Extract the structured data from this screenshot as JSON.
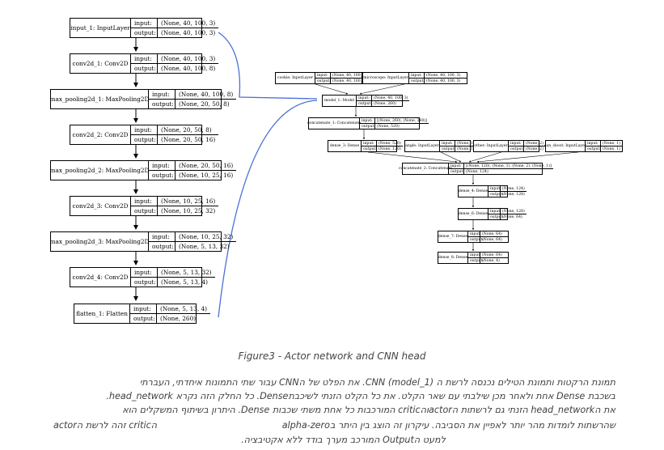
{
  "left_model": [
    {
      "name": "input_1: InputLayer",
      "in": "(None, 40, 100, 3)",
      "out": "(None, 40, 100, 3)"
    },
    {
      "name": "conv2d_1: Conv2D",
      "in": "(None, 40, 100, 3)",
      "out": "(None, 40, 100, 8)"
    },
    {
      "name": "max_pooling2d_1: MaxPooling2D",
      "in": "(None, 40, 100, 8)",
      "out": "(None, 20, 50, 8)"
    },
    {
      "name": "conv2d_2: Conv2D",
      "in": "(None, 20, 50, 8)",
      "out": "(None, 20, 50, 16)"
    },
    {
      "name": "max_pooling2d_2: MaxPooling2D",
      "in": "(None, 20, 50, 16)",
      "out": "(None, 10, 25, 16)"
    },
    {
      "name": "conv2d_3: Conv2D",
      "in": "(None, 10, 25, 16)",
      "out": "(None, 10, 25, 32)"
    },
    {
      "name": "max_pooling2d_3: MaxPooling2D",
      "in": "(None, 10, 25, 32)",
      "out": "(None, 5, 13, 32)"
    },
    {
      "name": "conv2d_4: Conv2D",
      "in": "(None, 5, 13, 32)",
      "out": "(None, 5, 13, 4)"
    },
    {
      "name": "flatten_1: Flatten",
      "in": "(None, 5, 13, 4)",
      "out": "(None, 260)"
    }
  ],
  "io_labels": {
    "input": "input:",
    "output": "output:"
  },
  "right_model": {
    "cookie": {
      "name": "cookie: InputLayer",
      "in": "(None, 40, 100, 3)",
      "out": "(None, 40, 100, 3)"
    },
    "microscope": {
      "name": "microscope: InputLayer",
      "in": "(None, 40, 100, 3)",
      "out": "(None, 40, 100, 3)"
    },
    "model1": {
      "name": "model_1: Model",
      "in": "(None, 40, 100, 3)",
      "out": "(None, 260)"
    },
    "concat1": {
      "name": "concatenate_1: Concatenate",
      "in": "[(None, 260), (None, 260)]",
      "out": "(None, 520)"
    },
    "dense3": {
      "name": "dense_3: Dense",
      "in": "(None, 520)",
      "out": "(None, 120)"
    },
    "angle": {
      "name": "angle: InputLayer",
      "in": "(None, 1)",
      "out": "(None, 1)"
    },
    "other": {
      "name": "other: InputLayer",
      "in": "(None, 2)",
      "out": "(None, 2)"
    },
    "can_shoot": {
      "name": "can_shoot: InputLayer",
      "in": "(None, 1)",
      "out": "(None, 1)"
    },
    "concat2": {
      "name": "concatenate_2: Concatenate",
      "in": "[(None, 120), (None, 1), (None, 2), (None, 1)]",
      "out": "(None, 124)"
    },
    "dense4": {
      "name": "dense_4: Dense",
      "in": "(None, 124)",
      "out": "(None, 128)"
    },
    "dense6": {
      "name": "dense_6: Dense",
      "in": "(None, 128)",
      "out": "(None, 64)"
    },
    "dense7": {
      "name": "dense_7: Dense",
      "in": "(None, 64)",
      "out": "(None, 64)"
    },
    "dense8": {
      "name": "dense_8: Dense",
      "in": "(None, 64)",
      "out": "(None, 4)"
    }
  },
  "caption": "Figure3 - Actor network and CNN head",
  "paragraph": {
    "line1": "תמונת הרקטות ותמונת הטילים נכנסה לרשת ה CNN (model_1). את הפלט של הCNN עבור שתי התמונות איחדתי, העברתי",
    "line2": "בשכבת Dense אחת ולאחר מכן שילבתי עם שאר הקלט. את כל הקלט הזנתי לשיכבתDense. כל החלק הזה נקרא head_network.",
    "line3a": "את הhead_network הזנתי גם לרשתות הactorוהcritic המורכבות כל אחת משתי שכבות Dense. היתרון בשיתוף המשקלים הוא",
    "line3b": "הcritic זהה לרשת הactor",
    "line4a": "שהרשתות לומדות מהר יותר לאפיין את הסביבה. עיקרון זה הוצג בין היתר בalpha-zero",
    "line5": "למעט הOutput המורכב מערך בודד ללא אקטיבציה."
  }
}
